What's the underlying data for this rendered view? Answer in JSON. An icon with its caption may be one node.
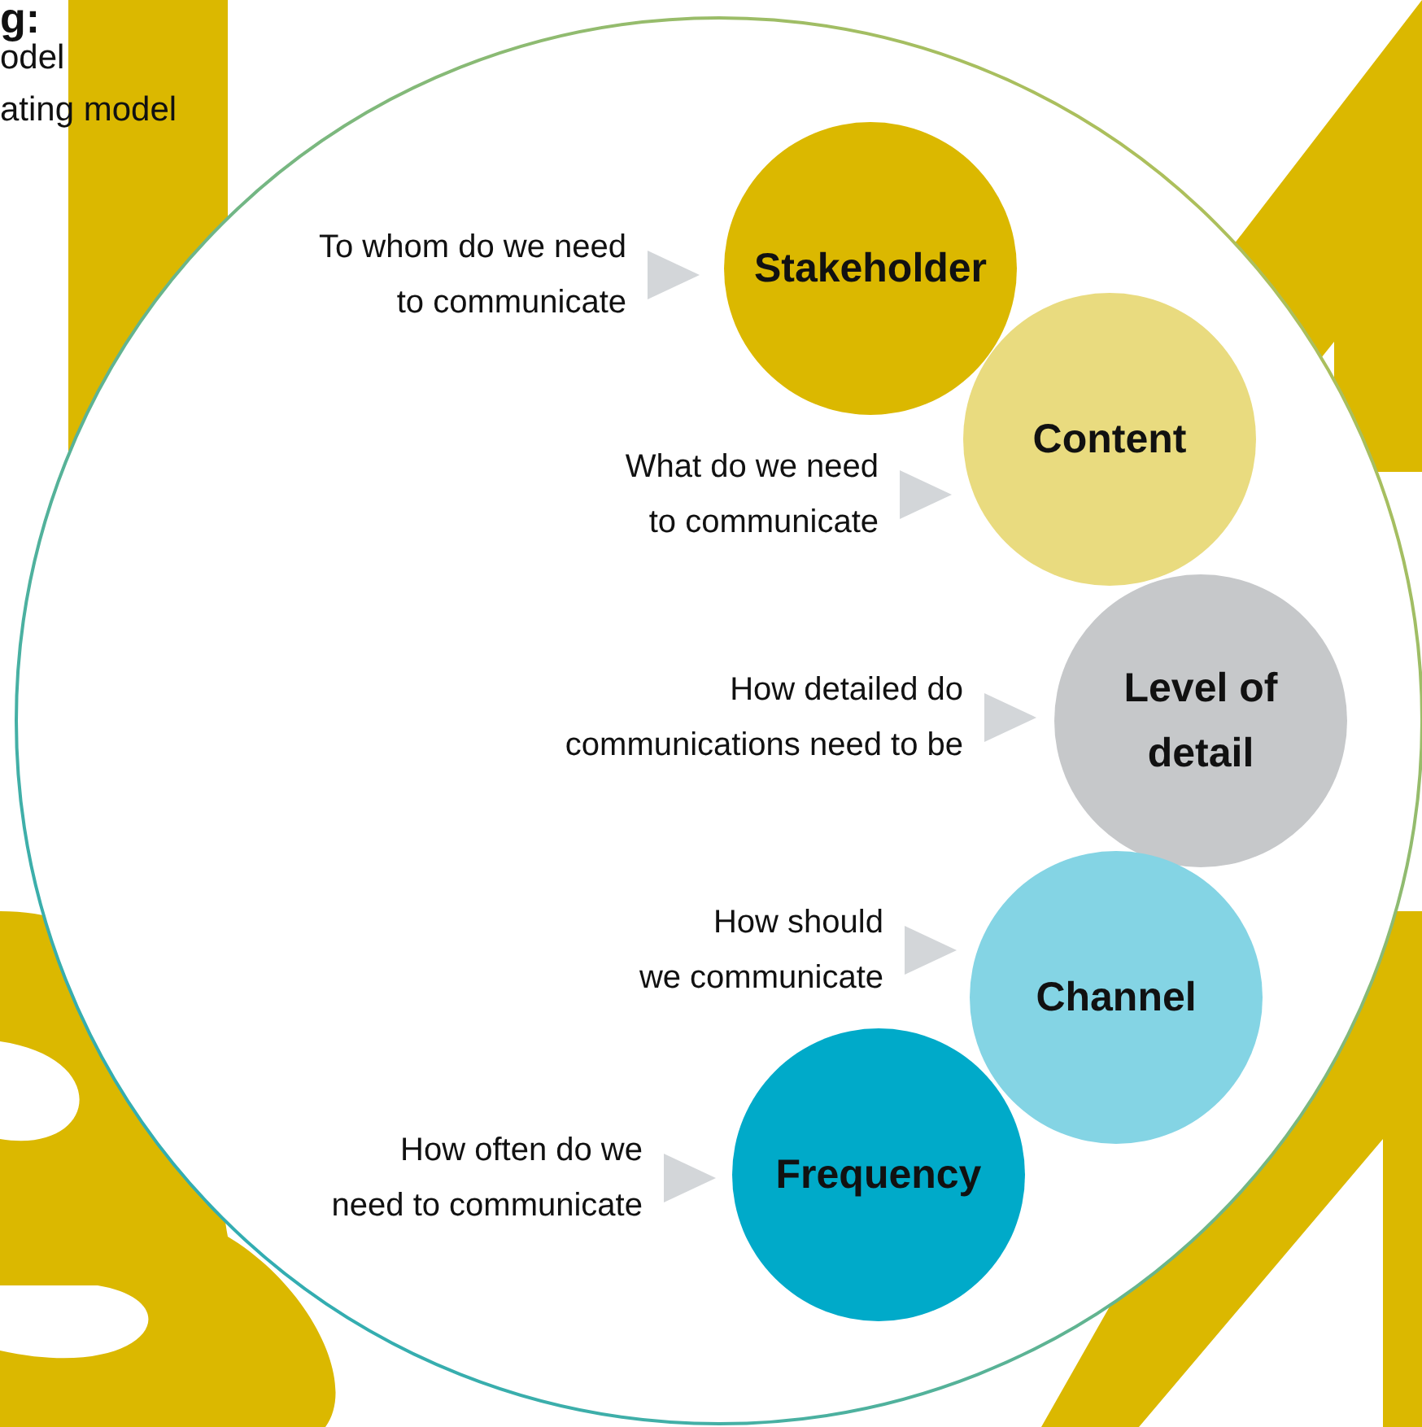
{
  "diagram": {
    "nodes": [
      {
        "text": [
          "To whom do we need to communicate"
        ]
      },
      {
        "text": [
          "Stakeholder"
        ]
      },
      {
        "text": [
          "What do we need to communicate"
        ]
      },
      {
        "text": [
          "Content"
        ]
      },
      {
        "text": [
          "How detailed do communications need to be"
        ]
      },
      {
        "text": [
          "Level of detail"
        ]
      },
      {
        "text": [
          "How should we communicate"
        ]
      },
      {
        "text": [
          "Channel"
        ]
      },
      {
        "text": [
          "How often do we need to communicate"
        ]
      },
      {
        "text": [
          "Frequency"
        ]
      }
    ],
    "edges": [
      {
        "from": 0,
        "to": 1,
        "arrow": "to"
      },
      {
        "from": 2,
        "to": 3,
        "arrow": "to"
      },
      {
        "from": 4,
        "to": 5,
        "arrow": "to"
      },
      {
        "from": 6,
        "to": 7,
        "arrow": "to"
      },
      {
        "from": 8,
        "to": 9,
        "arrow": "to"
      }
    ],
    "labels": [
      "g:",
      "odel",
      "ating model"
    ]
  }
}
